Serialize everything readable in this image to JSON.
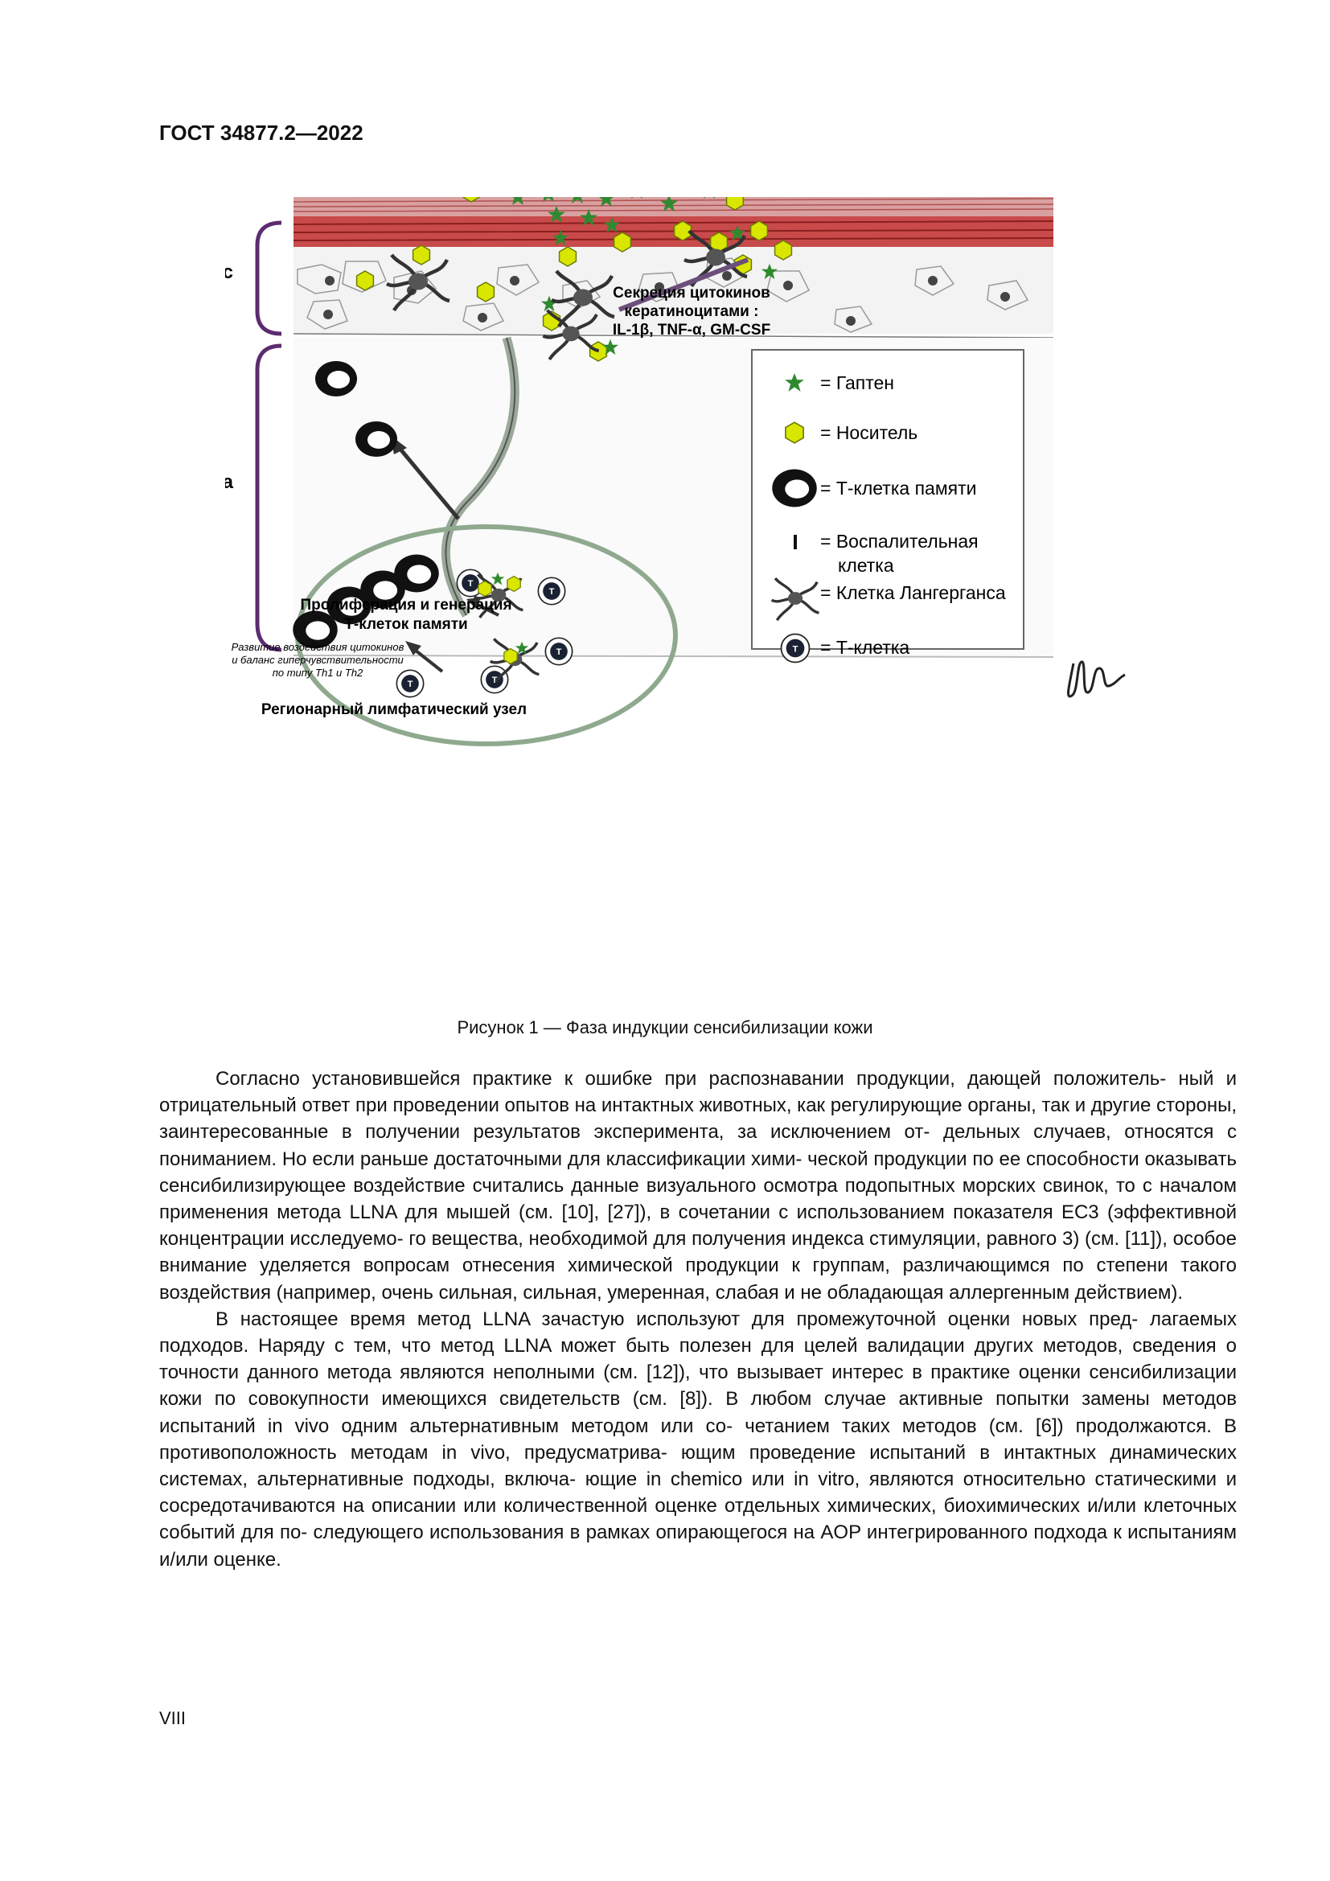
{
  "header": {
    "doc_number": "ГОСТ 34877.2—2022"
  },
  "figure": {
    "label_epidermis": "Эпидермис",
    "label_dermis": "Дерма",
    "cytokines": [
      "Секреция цитокинов",
      "кератиноцитами :",
      "IL-1β, TNF-α, GM-CSF"
    ],
    "proliferation": [
      "Пролиферация и генерация",
      "Т-клеток памяти"
    ],
    "balance": [
      "Развитие воздействия цитокинов",
      "и баланс гиперчувствительности",
      "по типу Th1 и Th2"
    ],
    "lymph_node": "Регионарный лимфатический узел",
    "legend": {
      "hapten": "= Гаптен",
      "carrier": "= Носитель",
      "memory_t_cell": "= Т-клетка памяти",
      "inflammatory_1": "= Воспалительная",
      "inflammatory_2": "клетка",
      "langerhans": "= Клетка Лангерганса",
      "t_cell": "= Т-клетка"
    },
    "t_mark": "T",
    "colors": {
      "hapten": "#2f8a2f",
      "carrier": "#d9e600",
      "frame": "#5b2c6f",
      "node": "#8fa98f"
    }
  },
  "caption": "Рисунок 1 — Фаза индукции сенсибилизации кожи",
  "paragraphs": [
    [
      "Согласно установившейся практике к ошибке при распознавании продукции, дающей положитель-",
      "ный и отрицательный ответ при проведении опытов на интактных животных, как регулирующие органы,",
      "так и другие стороны, заинтересованные в получении результатов эксперимента, за исключением от-",
      "дельных случаев, относятся с пониманием. Но если раньше достаточными для классификации хими-",
      "ческой продукции по ее способности оказывать сенсибилизирующее воздействие считались данные",
      "визуального осмотра подопытных морских свинок, то с началом применения метода LLNA для мышей",
      "(см. [10], [27]), в сочетании с использованием показателя EC3 (эффективной концентрации исследуемо-",
      "го вещества, необходимой для получения индекса стимуляции, равного 3) (см. [11]), особое внимание",
      "уделяется вопросам отнесения химической продукции к группам, различающимся по степени такого",
      "воздействия (например, очень сильная, сильная, умеренная, слабая и не обладающая аллергенным",
      "действием)."
    ],
    [
      "В настоящее время метод LLNA зачастую используют для промежуточной оценки новых пред-",
      "лагаемых подходов. Наряду с тем, что метод LLNA может быть полезен для целей валидации других",
      "методов, сведения о точности данного метода являются неполными (см. [12]), что вызывает интерес",
      "в практике оценки сенсибилизации кожи по совокупности имеющихся свидетельств (см. [8]). В любом",
      "случае активные попытки замены методов испытаний in vivo одним альтернативным методом или со-",
      "четанием таких методов (см. [6]) продолжаются. В противоположность методам in vivo, предусматрива-",
      "ющим проведение испытаний в интактных динамических системах, альтернативные подходы, включа-",
      "ющие in chemico или in vitro, являются относительно статическими и сосредотачиваются на описании",
      "или количественной оценке отдельных химических, биохимических и/или клеточных событий для по-",
      "следующего использования в рамках опирающегося на AOP интегрированного подхода к испытаниям",
      "и/или оценке."
    ]
  ],
  "footer": {
    "page_number": "VIII"
  }
}
